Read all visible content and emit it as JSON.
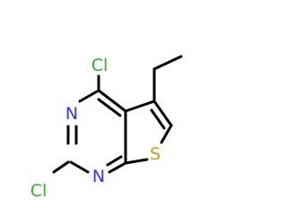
{
  "molecule": {
    "colors": {
      "bond": "#000000",
      "chlorine": "#2db12d",
      "nitrogen": "#3333ff",
      "sulfur": "#b8a21a"
    },
    "atoms": {
      "cl_top": "Cl",
      "cl_bottom": "Cl",
      "n_upper": "N",
      "n_lower": "N",
      "s_ring": "S"
    }
  }
}
